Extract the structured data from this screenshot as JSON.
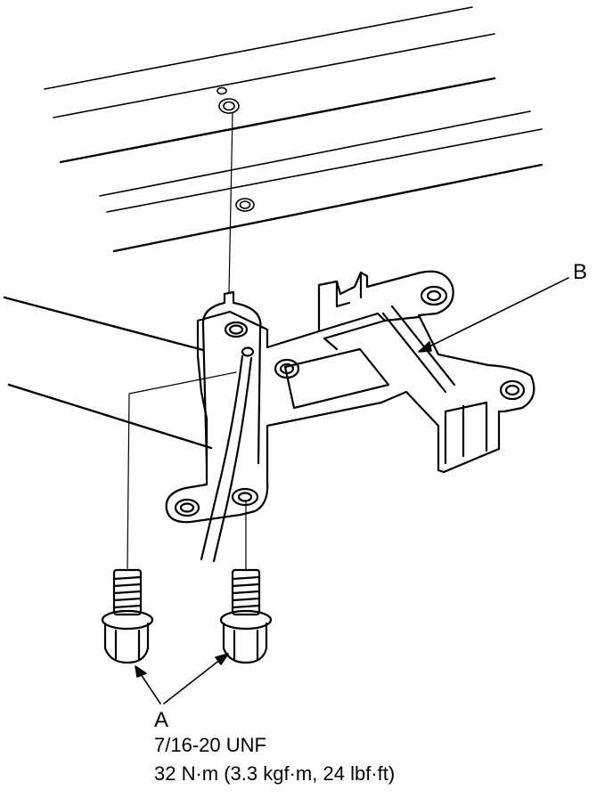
{
  "labels": {
    "a": "A",
    "b": "B"
  },
  "spec": {
    "thread": "7/16-20 UNF",
    "torque": "32 N·m (3.3 kgf·m, 24 lbf·ft)"
  },
  "colors": {
    "line": "#000000",
    "background": "#ffffff"
  },
  "icons": {
    "bolt_a": "flange-bolt-icon",
    "bracket_b": "mounting-bracket-icon"
  }
}
